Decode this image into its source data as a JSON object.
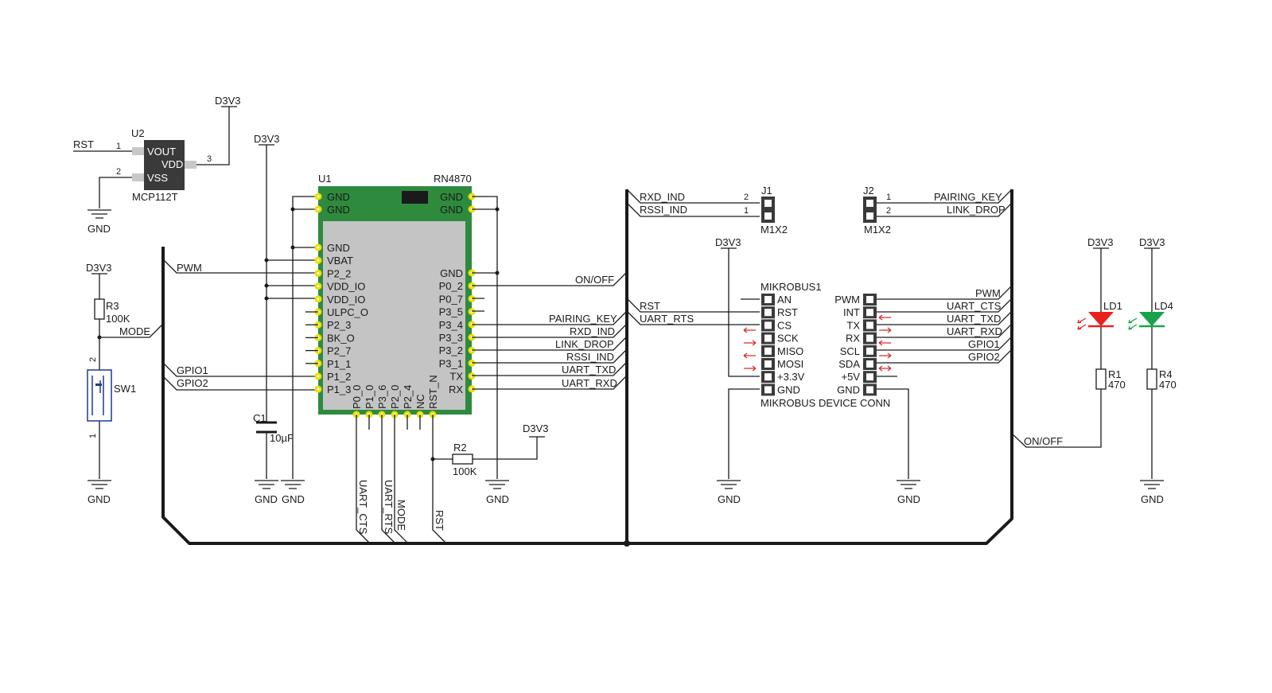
{
  "u2": {
    "ref": "U2",
    "part": "MCP112T",
    "vout": "VOUT",
    "vdd": "VDD",
    "vss": "VSS",
    "p1": "1",
    "p2": "2",
    "p3": "3"
  },
  "nets": {
    "rst": "RST",
    "d3v3": "D3V3",
    "gnd": "GND",
    "pwm": "PWM",
    "mode": "MODE",
    "gpio1": "GPIO1",
    "gpio2": "GPIO2",
    "onoff": "ON/OFF",
    "pairing_key": "PAIRING_KEY",
    "rxd_ind": "RXD_IND",
    "link_drop": "LINK_DROP",
    "rssi_ind": "RSSI_IND",
    "uart_txd": "UART_TXD",
    "uart_rxd": "UART_RXD",
    "uart_cts": "UART_CTS",
    "uart_rts": "UART_RTS"
  },
  "r3": {
    "ref": "R3",
    "value": "100K"
  },
  "sw1": {
    "ref": "SW1",
    "pin2": "2",
    "pin1": "1"
  },
  "c1": {
    "ref": "C1",
    "value": "10µF"
  },
  "r2": {
    "ref": "R2",
    "value": "100K"
  },
  "u1": {
    "ref": "U1",
    "part": "RN4870",
    "left_top": [
      "GND",
      "GND"
    ],
    "right_top": [
      "GND",
      "GND"
    ],
    "left_pins": [
      "GND",
      "VBAT",
      "P2_2",
      "VDD_IO",
      "VDD_IO",
      "ULPC_O",
      "P2_3",
      "BK_O",
      "P2_7",
      "P1_1",
      "P1_2",
      "P1_3"
    ],
    "right_pins": [
      "GND",
      "P0_2",
      "P0_7",
      "P3_5",
      "P3_4",
      "P3_3",
      "P3_2",
      "P3_1",
      "TX",
      "RX"
    ],
    "bottom_pins": [
      "P0_0",
      "P1_0",
      "P3_6",
      "P2_0",
      "P2_4",
      "NC",
      "RST_N"
    ]
  },
  "j1": {
    "ref": "J1",
    "type": "M1X2",
    "pin2": "2",
    "pin1": "1"
  },
  "j2": {
    "ref": "J2",
    "type": "M1X2",
    "pin1": "1",
    "pin2": "2"
  },
  "mikrobus": {
    "ref": "MIKROBUS1",
    "title": "MIKROBUS DEVICE CONN",
    "left": [
      "AN",
      "RST",
      "CS",
      "SCK",
      "MISO",
      "MOSI",
      "+3.3V",
      "GND"
    ],
    "right": [
      "PWM",
      "INT",
      "TX",
      "RX",
      "SCL",
      "SDA",
      "+5V",
      "GND"
    ]
  },
  "ld1": {
    "ref": "LD1",
    "color": "#e8211d"
  },
  "ld4": {
    "ref": "LD4",
    "color": "#16a34a"
  },
  "r1": {
    "ref": "R1",
    "value": "470"
  },
  "r4": {
    "ref": "R4",
    "value": "470"
  },
  "colors": {
    "pcb_green": "#2e8b3e",
    "chip_gray": "#c4c4c4",
    "pin_yellow": "#e8e000",
    "arrow_red": "#d32f2f"
  }
}
